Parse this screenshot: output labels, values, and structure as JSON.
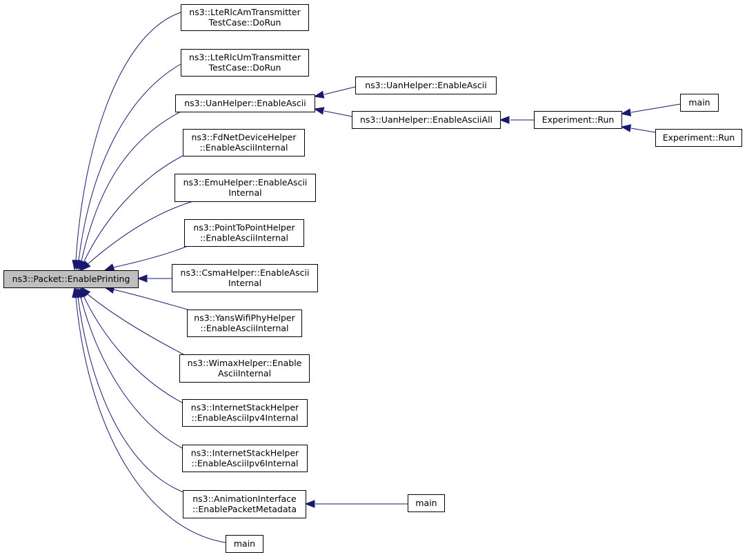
{
  "diagram": {
    "type": "caller-graph",
    "edge_color": "#191970",
    "focus_fill": "#bfbfbf",
    "nodes": [
      {
        "id": "focus",
        "lines": [
          "ns3::Packet::EnablePrinting"
        ],
        "focus": true
      },
      {
        "id": "lte_am",
        "lines": [
          "ns3::LteRlcAmTransmitter",
          "TestCase::DoRun"
        ]
      },
      {
        "id": "lte_um",
        "lines": [
          "ns3::LteRlcUmTransmitter",
          "TestCase::DoRun"
        ]
      },
      {
        "id": "uan_ascii",
        "lines": [
          "ns3::UanHelper::EnableAscii"
        ]
      },
      {
        "id": "fdnet",
        "lines": [
          "ns3::FdNetDeviceHelper",
          "::EnableAsciiInternal"
        ]
      },
      {
        "id": "emu",
        "lines": [
          "ns3::EmuHelper::EnableAscii",
          "Internal"
        ]
      },
      {
        "id": "p2p",
        "lines": [
          "ns3::PointToPointHelper",
          "::EnableAsciiInternal"
        ]
      },
      {
        "id": "csma",
        "lines": [
          "ns3::CsmaHelper::EnableAscii",
          "Internal"
        ]
      },
      {
        "id": "yans",
        "lines": [
          "ns3::YansWifiPhyHelper",
          "::EnableAsciiInternal"
        ]
      },
      {
        "id": "wimax",
        "lines": [
          "ns3::WimaxHelper::Enable",
          "AsciiInternal"
        ]
      },
      {
        "id": "inet4",
        "lines": [
          "ns3::InternetStackHelper",
          "::EnableAsciiIpv4Internal"
        ]
      },
      {
        "id": "inet6",
        "lines": [
          "ns3::InternetStackHelper",
          "::EnableAsciiIpv6Internal"
        ]
      },
      {
        "id": "anim",
        "lines": [
          "ns3::AnimationInterface",
          "::EnablePacketMetadata"
        ]
      },
      {
        "id": "main_bottom",
        "lines": [
          "main"
        ]
      },
      {
        "id": "uan_ascii2",
        "lines": [
          "ns3::UanHelper::EnableAscii"
        ]
      },
      {
        "id": "uan_all",
        "lines": [
          "ns3::UanHelper::EnableAsciiAll"
        ]
      },
      {
        "id": "exp_run1",
        "lines": [
          "Experiment::Run"
        ]
      },
      {
        "id": "main_right",
        "lines": [
          "main"
        ]
      },
      {
        "id": "exp_run2",
        "lines": [
          "Experiment::Run"
        ]
      },
      {
        "id": "main_anim",
        "lines": [
          "main"
        ]
      }
    ],
    "edges": [
      {
        "from": "lte_am",
        "to": "focus"
      },
      {
        "from": "lte_um",
        "to": "focus"
      },
      {
        "from": "uan_ascii",
        "to": "focus"
      },
      {
        "from": "fdnet",
        "to": "focus"
      },
      {
        "from": "emu",
        "to": "focus"
      },
      {
        "from": "p2p",
        "to": "focus"
      },
      {
        "from": "csma",
        "to": "focus"
      },
      {
        "from": "yans",
        "to": "focus"
      },
      {
        "from": "wimax",
        "to": "focus"
      },
      {
        "from": "inet4",
        "to": "focus"
      },
      {
        "from": "inet6",
        "to": "focus"
      },
      {
        "from": "anim",
        "to": "focus"
      },
      {
        "from": "main_bottom",
        "to": "focus"
      },
      {
        "from": "uan_ascii2",
        "to": "uan_ascii"
      },
      {
        "from": "uan_all",
        "to": "uan_ascii"
      },
      {
        "from": "exp_run1",
        "to": "uan_all"
      },
      {
        "from": "main_right",
        "to": "exp_run1"
      },
      {
        "from": "exp_run2",
        "to": "exp_run1"
      },
      {
        "from": "main_anim",
        "to": "anim"
      }
    ]
  }
}
